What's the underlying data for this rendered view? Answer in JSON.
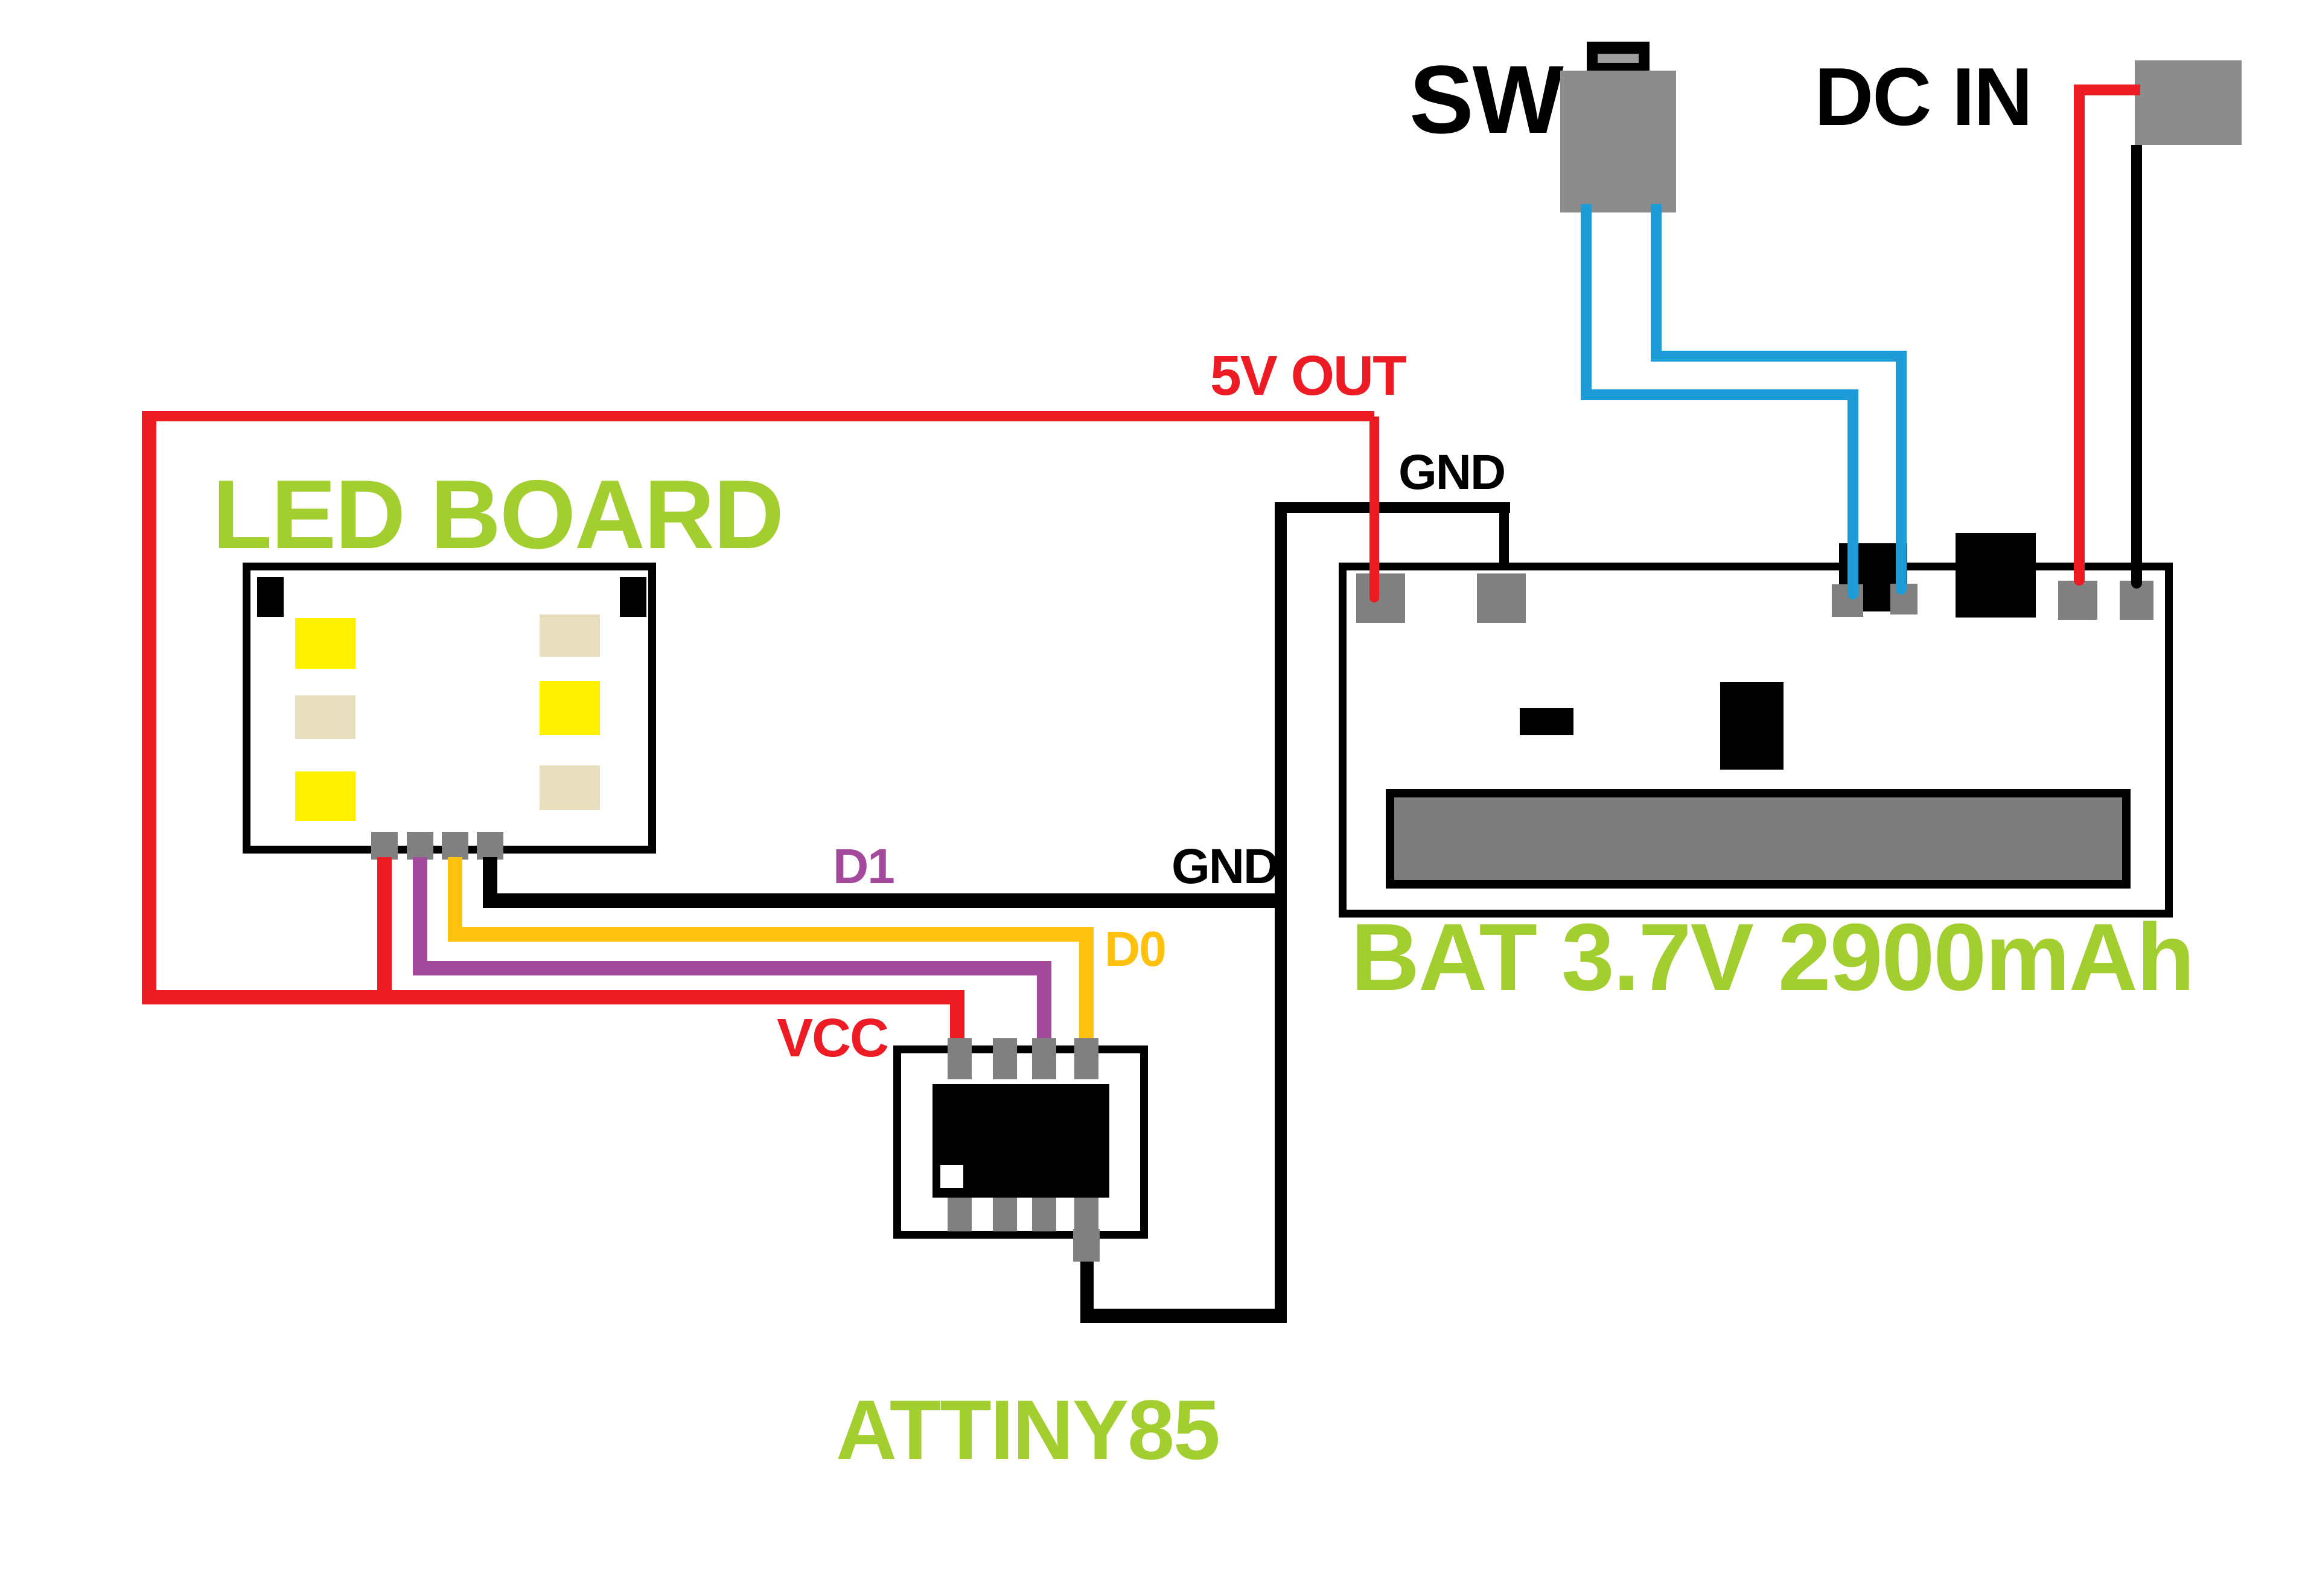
{
  "title": "LED board wiring diagram",
  "labels": {
    "led_board": "LED BOARD",
    "attiny": "ATTINY85",
    "battery": "BAT 3.7V 2900mAh",
    "switch": "SW",
    "dc_in": "DC IN",
    "out_5v": "5V OUT",
    "gnd_top": "GND",
    "gnd_mid": "GND",
    "d1": "D1",
    "d0": "D0",
    "vcc": "VCC"
  },
  "colors": {
    "red": "#EC1B24",
    "blue": "#1E9CD7",
    "purple": "#A44A9D",
    "orange": "#FFC10E",
    "yellow": "#FFF100",
    "tan": "#E6DEBC",
    "green": "#A2CE30",
    "pad": "#808080",
    "body_gray": "#8C8C8C",
    "slot_gray": "#9E9E9E",
    "bar_gray": "#7C7C7C",
    "black": "#000000"
  },
  "components": {
    "led_board": {
      "leds_left": [
        "yellow",
        "tan",
        "yellow"
      ],
      "leds_right": [
        "tan",
        "yellow",
        "tan"
      ],
      "pad_count": 4
    },
    "attiny": {
      "top_pins": 4,
      "bottom_pins": 4
    },
    "battery_board": {
      "top_pads": 6,
      "has_battery_bar": true
    },
    "nets": [
      "5V OUT",
      "GND",
      "D1",
      "D0",
      "VCC",
      "SW line 1",
      "SW line 2",
      "DC IN +",
      "DC IN -"
    ]
  }
}
